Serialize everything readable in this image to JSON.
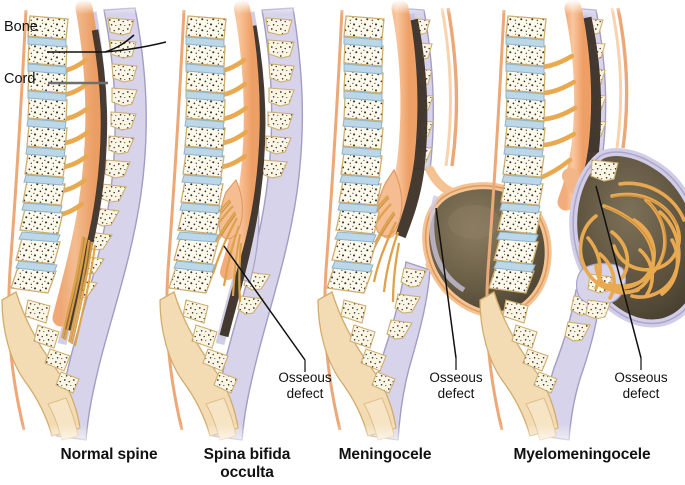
{
  "figure": {
    "title_alt": "Spina bifida spectrum comparative anatomy illustration",
    "background": "#ffffff"
  },
  "labels": {
    "bone": "Bone",
    "cord": "Cord"
  },
  "panels": [
    {
      "id": "normal-spine",
      "caption_line1": "Normal spine",
      "caption_line2": "",
      "annotation": null
    },
    {
      "id": "spina-bifida-occulta",
      "caption_line1": "Spina bifida",
      "caption_line2": "occulta",
      "annotation": {
        "line1": "Osseous",
        "line2": "defect"
      }
    },
    {
      "id": "meningocele",
      "caption_line1": "Meningocele",
      "caption_line2": "",
      "annotation": {
        "line1": "Osseous",
        "line2": "defect"
      }
    },
    {
      "id": "myelomeningocele",
      "caption_line1": "Myelomeningocele",
      "caption_line2": "",
      "annotation": {
        "line1": "Osseous",
        "line2": "defect"
      }
    }
  ],
  "palette": {
    "bone": "#fdfaec",
    "bone_edge": "#d8b878",
    "disc": "#bcd7e8",
    "disc_edge": "#8fb4cc",
    "canal": "#d6d3ea",
    "canal_edge": "#a9a4c9",
    "cord": "#f7bd92",
    "cord_edge": "#e09a63",
    "nerve": "#e8a951",
    "nerve_dark": "#c8882f",
    "sac_fluid": "#6b5f4a",
    "sac_fluid_dark": "#4a4132",
    "membrane": "#f5c293",
    "membrane_edge": "#dd9d5f",
    "skin": "#f6c9a0",
    "skin_edge": "#e8a268",
    "dark_canal": "#3b3026",
    "speckle": "#2b2b2b",
    "leader": "#111111",
    "leader_gray": "#6f6f6f",
    "text": "#111111"
  }
}
